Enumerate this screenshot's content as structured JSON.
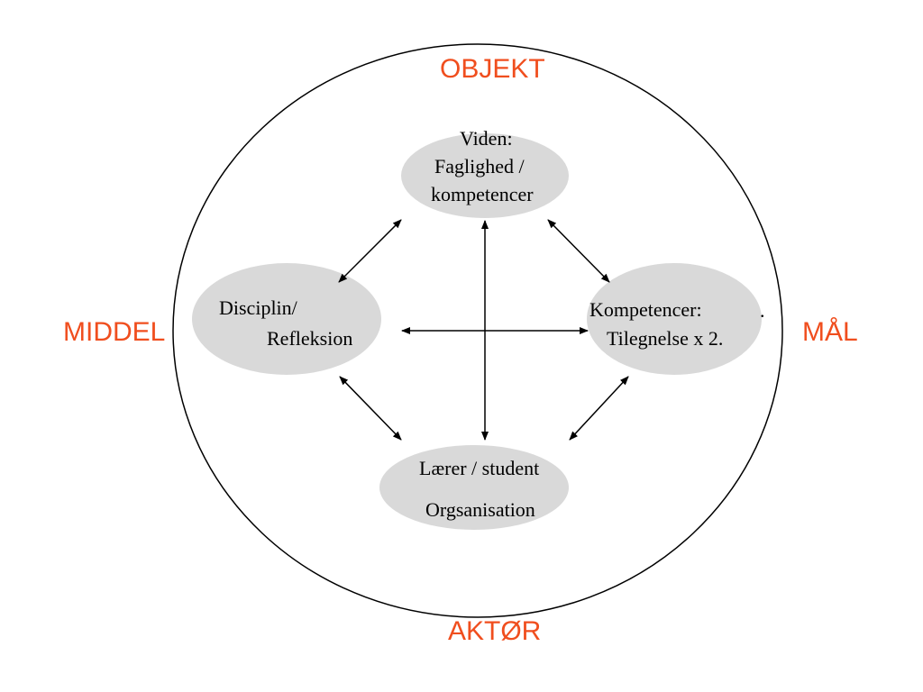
{
  "diagram": {
    "labels": {
      "top": "OBJEKT",
      "left": "MIDDEL",
      "right": "MÅL",
      "bottom": "AKTØR"
    },
    "nodes": {
      "top": {
        "line1": "Viden:",
        "line2": "Faglighed /",
        "line3": "kompetencer"
      },
      "left": {
        "line1": "Disciplin/",
        "line2": "Refleksion"
      },
      "right": {
        "line1": "Kompetencer:",
        "line2": "Tilegnelse x 2."
      },
      "bottom": {
        "line1": "Lærer / student",
        "line2": "Orgsanisation"
      }
    },
    "stray_mark": ".",
    "colors": {
      "label": "#f04e1e",
      "node_fill": "#d9d9d9",
      "line": "#000000"
    }
  }
}
